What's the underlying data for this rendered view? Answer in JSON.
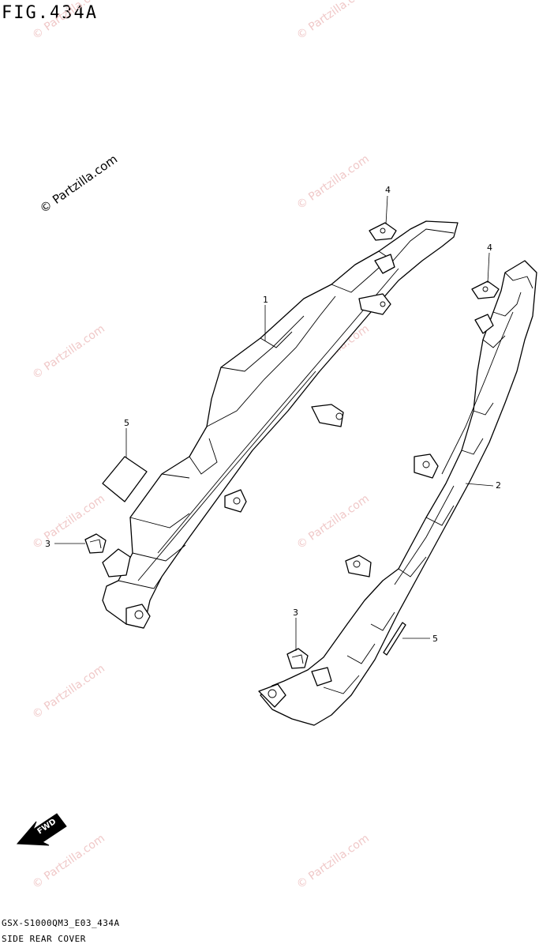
{
  "header": {
    "figure_title": "FIG.434A"
  },
  "footer": {
    "model_code": "GSX-S1000QM3_E03_434A",
    "section_name": "SIDE REAR COVER"
  },
  "watermark": {
    "text": "© Partzilla.com",
    "color": "#f0c8c8"
  },
  "callouts": {
    "c1": "1",
    "c2": "2",
    "c3a": "3",
    "c3b": "3",
    "c4a": "4",
    "c4b": "4",
    "c5a": "5",
    "c5b": "5"
  },
  "fwd_label": "FWD"
}
